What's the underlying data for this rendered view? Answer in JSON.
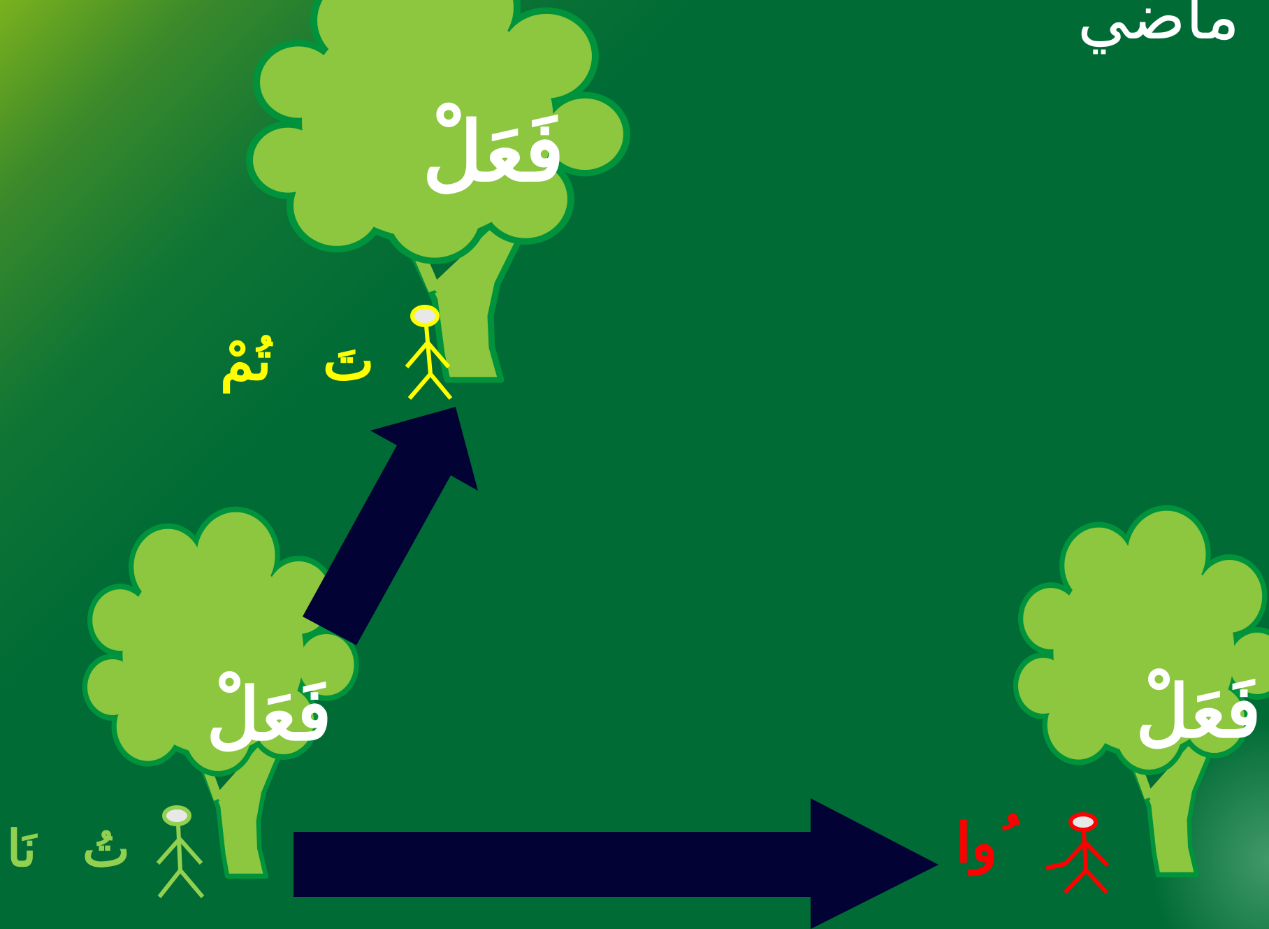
{
  "title": "ماضي",
  "trees": [
    {
      "id": "top",
      "word": "فَعَلْ"
    },
    {
      "id": "bottom-left",
      "word": "فَعَلْ"
    },
    {
      "id": "bottom-right",
      "word": "فَعَلْ"
    }
  ],
  "suffixes": {
    "top": [
      "تَ",
      "تُمْ"
    ],
    "bottom_left": [
      "تُ",
      "نَا"
    ],
    "bottom_right": [
      "ِ",
      "ُوا"
    ]
  },
  "colors": {
    "background": "#006b35",
    "tree_fill": "#8dc63f",
    "tree_outline": "#00933c",
    "arrow": "#020234",
    "suffix_top": "#ffff00",
    "suffix_bottom_left": "#92d050",
    "suffix_bottom_right": "#ff0000"
  },
  "icons": [
    "tree-icon",
    "stick-figure-icon",
    "arrow-icon"
  ]
}
